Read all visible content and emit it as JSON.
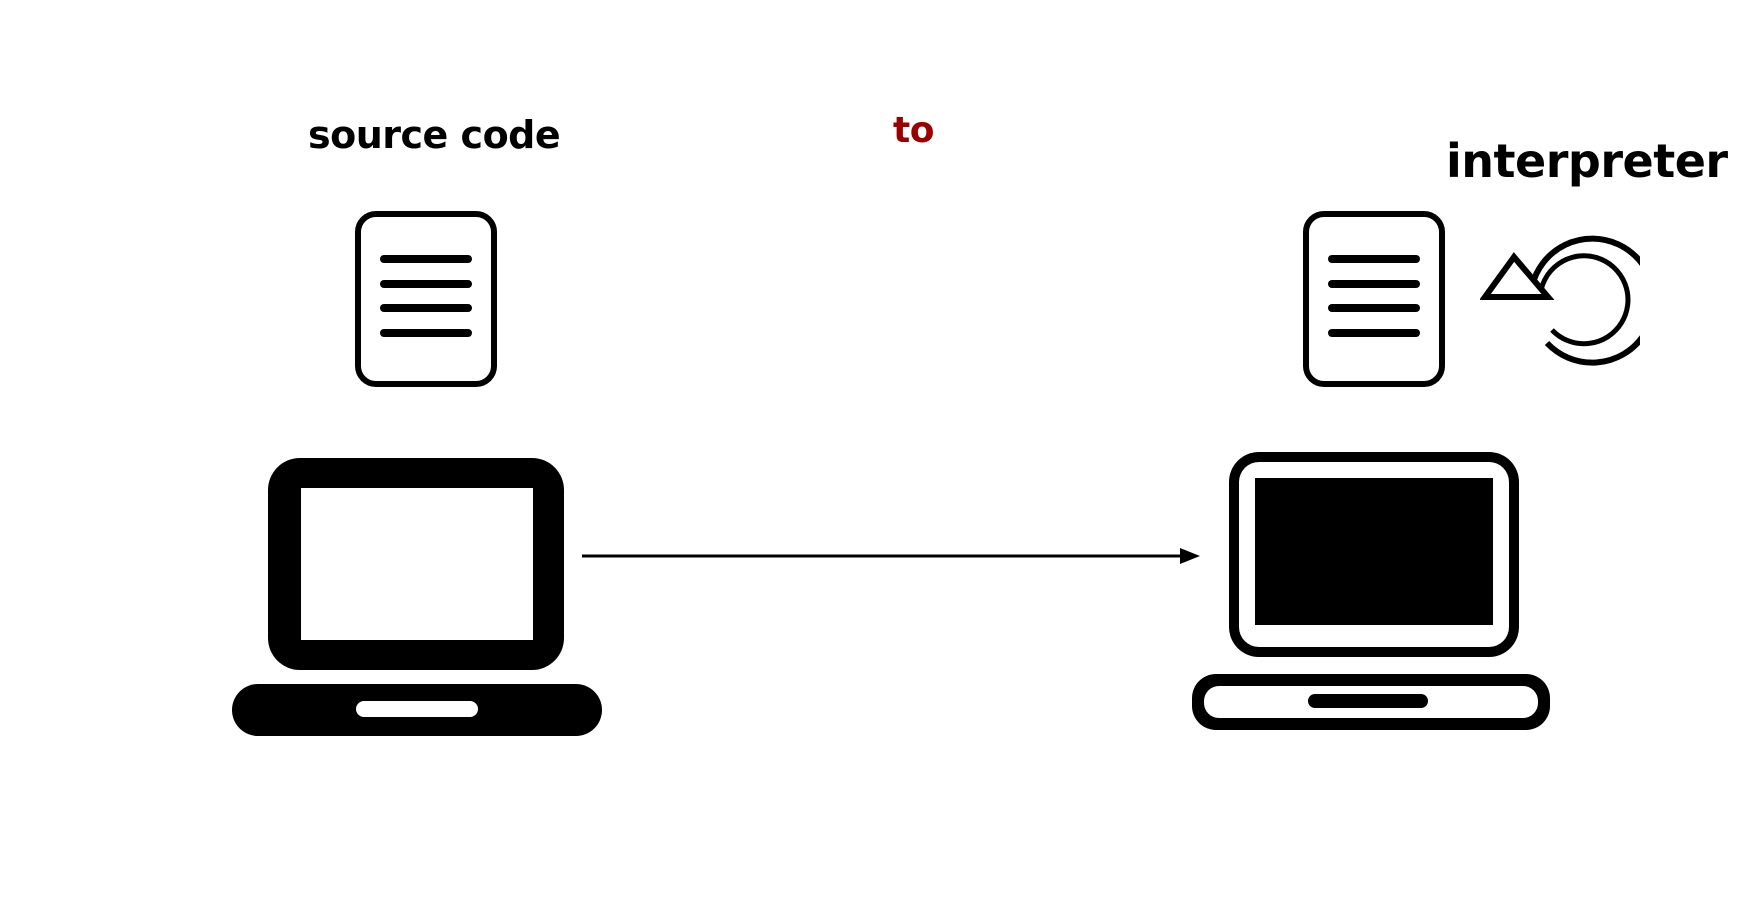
{
  "colors": {
    "background": "#ffffff",
    "icon": "#000000",
    "text": "#000000",
    "accent": "#990000"
  },
  "labels": {
    "source": "source code",
    "connector": "to",
    "target": "interpreter"
  },
  "icons": {
    "source_document": "document-icon",
    "source_laptop": "laptop-icon",
    "arrow": "right-arrow-icon",
    "target_document": "document-icon",
    "target_laptop": "laptop-dark-screen-icon",
    "refresh": "refresh-icon"
  }
}
